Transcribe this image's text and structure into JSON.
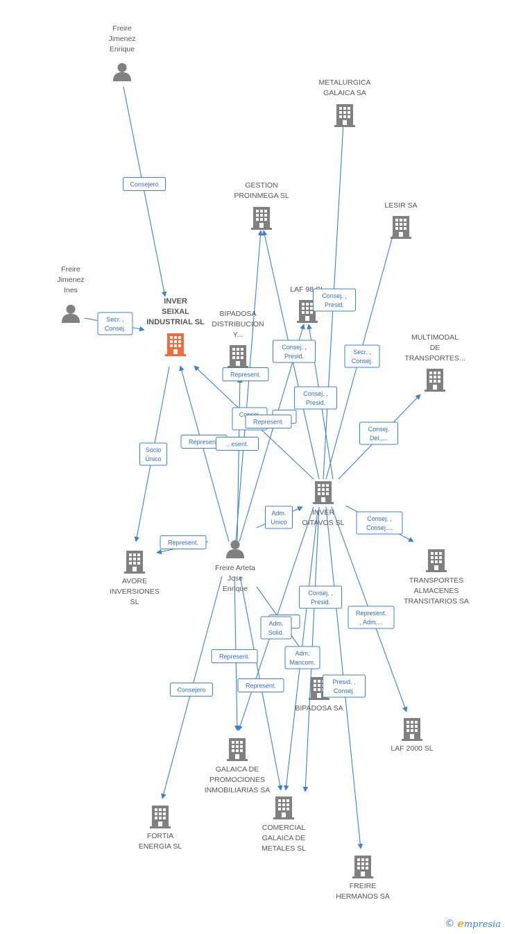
{
  "colors": {
    "edge": "#3b7fd9",
    "node": "#808080",
    "highlight": "#f26b38"
  },
  "nodes": [
    {
      "id": "freire_jimenez_enrique",
      "type": "person",
      "lines": [
        "Freire",
        "Jimenez",
        "Enrique"
      ]
    },
    {
      "id": "freire_jimenez_ines",
      "type": "person",
      "lines": [
        "Freire",
        "Jimenez",
        "Ines"
      ]
    },
    {
      "id": "freire_arteta",
      "type": "person",
      "lines": [
        "Freire Arteta",
        "Jose",
        "Enrique"
      ]
    },
    {
      "id": "metalurgica",
      "type": "company",
      "lines": [
        "METALURGICA",
        "GALAICA SA"
      ]
    },
    {
      "id": "gestion",
      "type": "company",
      "lines": [
        "GESTION",
        "PROINMEGA SL"
      ]
    },
    {
      "id": "lesir",
      "type": "company",
      "lines": [
        "LESIR SA"
      ]
    },
    {
      "id": "laf98",
      "type": "company",
      "lines": [
        "LAF 98 SL"
      ]
    },
    {
      "id": "inver_seixal",
      "type": "company",
      "highlight": true,
      "lines": [
        "INVER",
        "SEIXAL",
        "INDUSTRIAL SL"
      ]
    },
    {
      "id": "bipadosa_dist",
      "type": "company",
      "lines": [
        "BIPADOSA",
        "DISTRIBUCION",
        "Y..."
      ]
    },
    {
      "id": "multimodal",
      "type": "company",
      "lines": [
        "MULTIMODAL",
        "DE",
        "TRANSPORTES..."
      ]
    },
    {
      "id": "inver_oitavos",
      "type": "company",
      "lines": [
        "INVER",
        "OITAVOS SL"
      ]
    },
    {
      "id": "avore",
      "type": "company",
      "lines": [
        "AVORE",
        "INVERSIONES",
        "SL"
      ]
    },
    {
      "id": "transportes",
      "type": "company",
      "lines": [
        "TRANSPORTES",
        "ALMACENES",
        "TRANSITARIOS SA"
      ]
    },
    {
      "id": "bipadosa",
      "type": "company",
      "lines": [
        "BIPADOSA SA"
      ]
    },
    {
      "id": "laf2000",
      "type": "company",
      "lines": [
        "LAF 2000 SL"
      ]
    },
    {
      "id": "galaica_prom",
      "type": "company",
      "lines": [
        "GALAICA DE",
        "PROMOCIONES",
        "INMOBILIARIAS SA"
      ]
    },
    {
      "id": "fortia",
      "type": "company",
      "lines": [
        "FORTIA",
        "ENERGIA  SL"
      ]
    },
    {
      "id": "comercial",
      "type": "company",
      "lines": [
        "COMERCIAL",
        "GALAICA DE",
        "METALES SL"
      ]
    },
    {
      "id": "freire_hermanos",
      "type": "company",
      "lines": [
        "FREIRE",
        "HERMANOS SA"
      ]
    }
  ],
  "edge_labels": [
    {
      "lines": [
        "Consejero"
      ]
    },
    {
      "lines": [
        "Secr. ,",
        "Consej."
      ]
    },
    {
      "lines": [
        "Socio",
        "Único"
      ]
    },
    {
      "lines": [
        "Represent."
      ]
    },
    {
      "lines": [
        "Represent."
      ]
    },
    {
      "lines": [
        "Represent."
      ]
    },
    {
      "lines": [
        "Consej. ,",
        "Presid."
      ]
    },
    {
      "lines": [
        "Consej. ,",
        "Presid."
      ]
    },
    {
      "lines": [
        "Consej. ,",
        "Presid."
      ]
    },
    {
      "lines": [
        "Secr. ,",
        "Consej."
      ]
    },
    {
      "lines": [
        "Consej.",
        "Del.,..."
      ]
    },
    {
      "lines": [
        "Consej.",
        "P..."
      ]
    },
    {
      "lines": [
        "...esent."
      ]
    },
    {
      "lines": [
        "...o"
      ]
    },
    {
      "lines": [
        "Represent."
      ]
    },
    {
      "lines": [
        "Adm.",
        "Unico"
      ]
    },
    {
      "lines": [
        "Consej. ,",
        "Consej...."
      ]
    },
    {
      "lines": [
        "Consej. ,",
        "Presid."
      ]
    },
    {
      "lines": [
        "Represent.",
        ", Adm...."
      ]
    },
    {
      "lines": [
        "...nt."
      ]
    },
    {
      "lines": [
        "Adm.",
        "Solid."
      ]
    },
    {
      "lines": [
        "Adm.",
        "Mancom."
      ]
    },
    {
      "lines": [
        "Presid. ,",
        "Consej."
      ]
    },
    {
      "lines": [
        "Represent."
      ]
    },
    {
      "lines": [
        "Represent."
      ]
    },
    {
      "lines": [
        "Consejero"
      ]
    }
  ],
  "footer": {
    "copyright": "©",
    "brand_first": "e",
    "brand_rest": "mpresia"
  }
}
